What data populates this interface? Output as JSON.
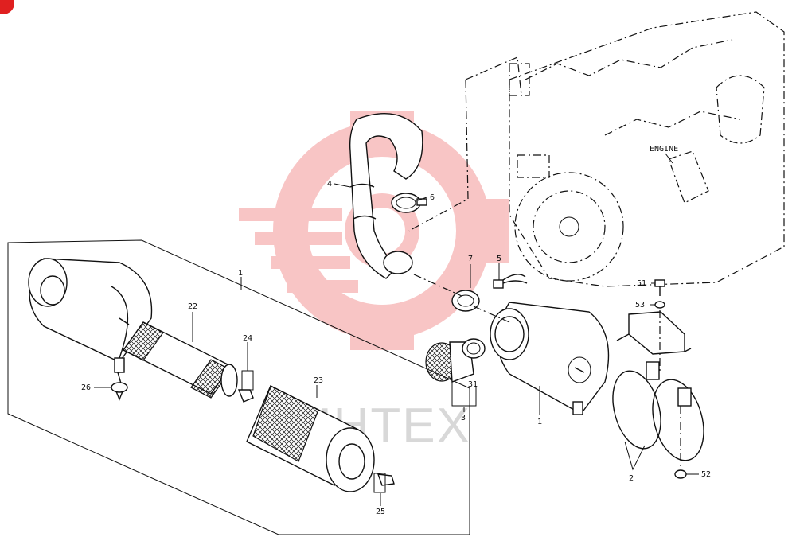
{
  "watermark": {
    "text": "ИНТЕХ",
    "color": "#f2a3a3"
  },
  "engine_label": "ENGINE",
  "callouts": {
    "c1_top": "1",
    "c22": "22",
    "c24": "24",
    "c23": "23",
    "c26": "26",
    "c25": "25",
    "c4": "4",
    "c6": "6",
    "c7": "7",
    "c5": "5",
    "c3": "3",
    "c31": "31",
    "c1_right": "1",
    "c51": "51",
    "c53": "53",
    "c2": "2",
    "c52": "52"
  },
  "colors": {
    "line": "#111111",
    "background": "#ffffff",
    "watermark_gray": "#d8d8d8"
  }
}
